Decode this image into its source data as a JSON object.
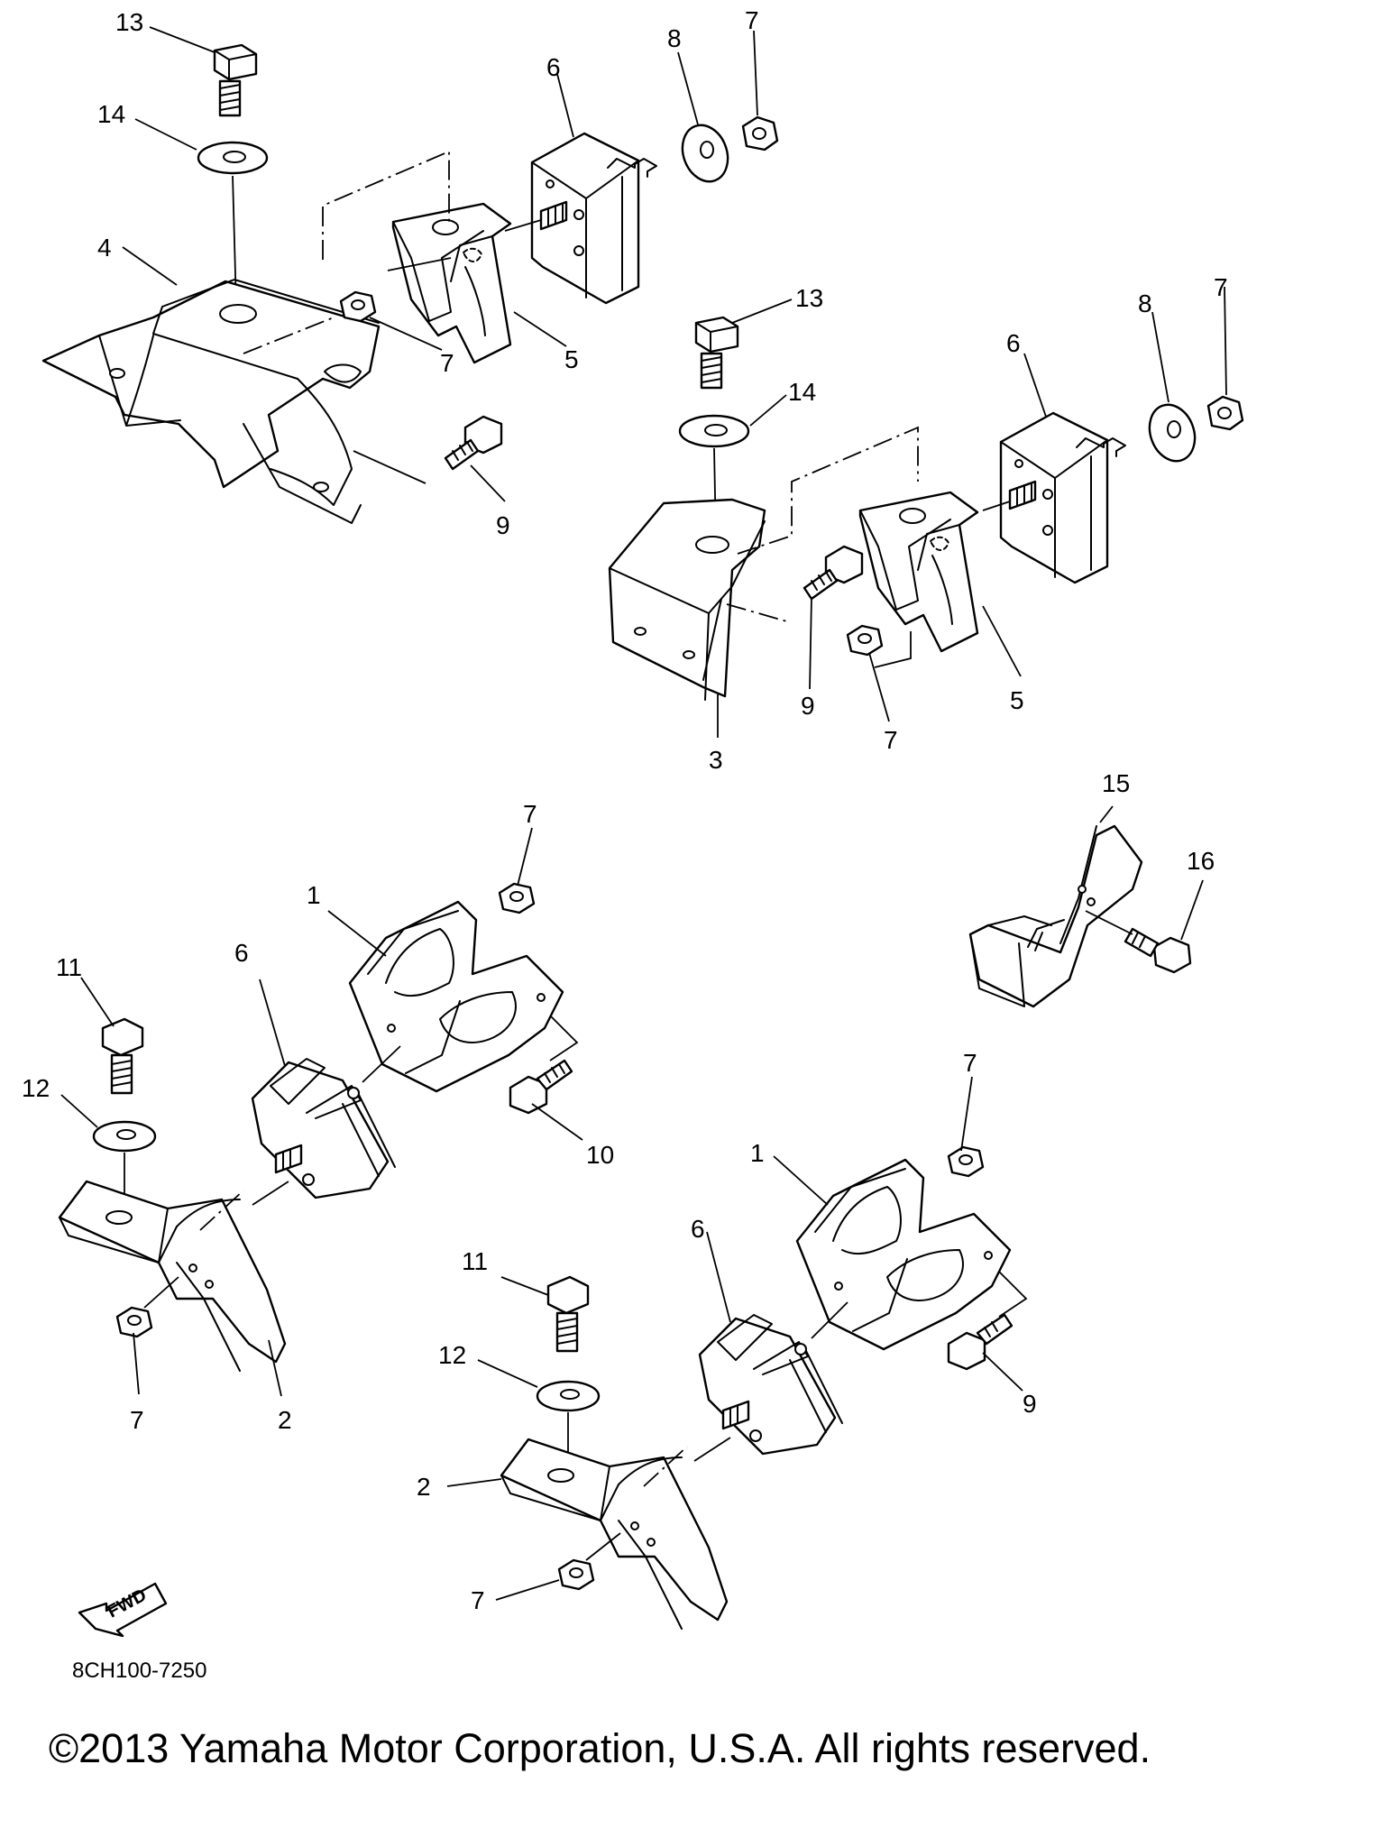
{
  "diagram_code": "8CH100-7250",
  "copyright": "©2013 Yamaha Motor Corporation, U.S.A. All rights reserved.",
  "fwd_arrow_label": "FWD",
  "callouts": {
    "c13a": "13",
    "c14a": "14",
    "c4": "4",
    "c6a": "6",
    "c8a": "8",
    "c7a": "7",
    "c7b": "7",
    "c5a": "5",
    "c9a": "9",
    "c13b": "13",
    "c14b": "14",
    "c6b": "6",
    "c8b": "8",
    "c7c": "7",
    "c9b": "9",
    "c7d": "7",
    "c5b": "5",
    "c3": "3",
    "c15": "15",
    "c16": "16",
    "c7e": "7",
    "c1a": "1",
    "c6c": "6",
    "c11a": "11",
    "c12a": "12",
    "c10": "10",
    "c7f": "7",
    "c2a": "2",
    "c7g": "7",
    "c1b": "1",
    "c6d": "6",
    "c11b": "11",
    "c12b": "12",
    "c9c": "9",
    "c2b": "2",
    "c7h": "7"
  }
}
